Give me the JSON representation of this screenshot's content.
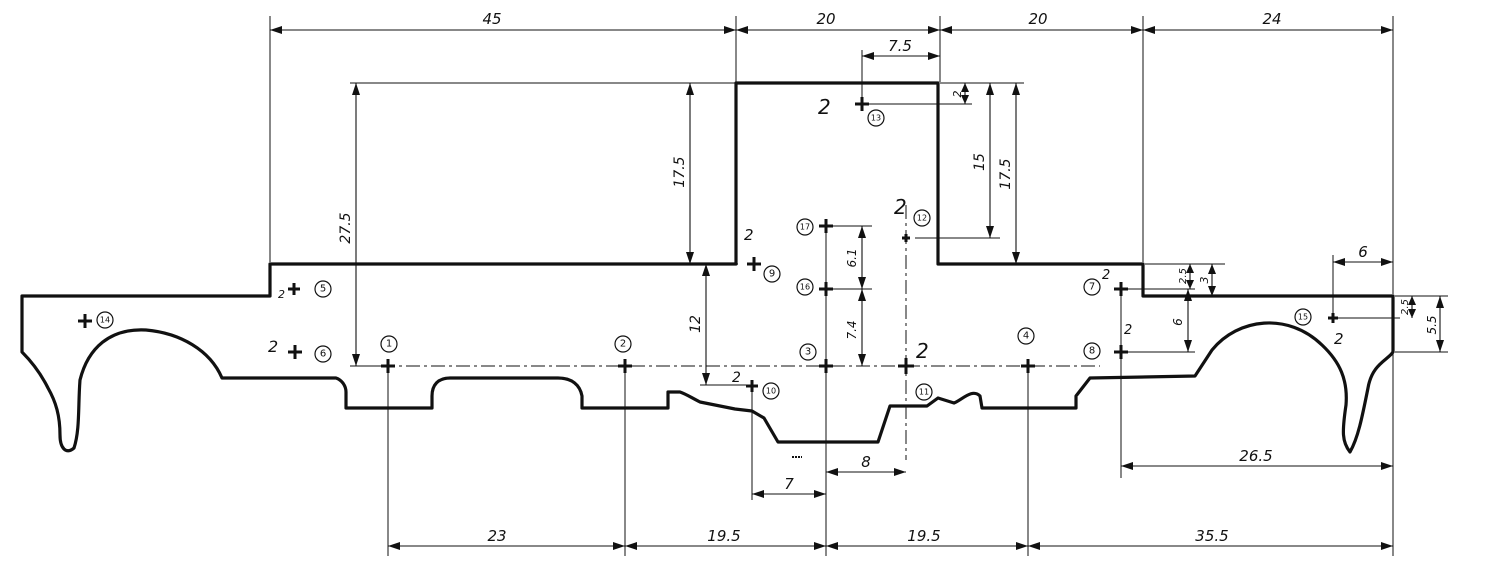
{
  "drawing": {
    "dims_top": [
      "45",
      "20",
      "20",
      "24"
    ],
    "dims_bottom": [
      "23",
      "19.5",
      "19.5",
      "35.5"
    ],
    "dims_misc": {
      "d7_5": "7.5",
      "d2_top": "2",
      "d15": "15",
      "d17_5_right": "17.5",
      "d17_5_left": "17.5",
      "d27_5": "27.5",
      "d12": "12",
      "d6_1": "6.1",
      "d7_4": "7.4",
      "d2_5a": "2.5",
      "d3": "3",
      "d6_mid": "6",
      "d6_top_right": "6",
      "d2_5b": "2.5",
      "d5_5": "5.5",
      "d26_5": "26.5",
      "d8": "8",
      "d7": "7"
    },
    "holes": [
      "1",
      "2",
      "3",
      "4",
      "5",
      "6",
      "7",
      "8",
      "9",
      "10",
      "11",
      "12",
      "13",
      "14",
      "15",
      "16",
      "17"
    ],
    "hole_size_marks": [
      "2",
      "2",
      "2",
      "2",
      "2",
      "2",
      "2",
      "2",
      "2",
      "2"
    ]
  }
}
